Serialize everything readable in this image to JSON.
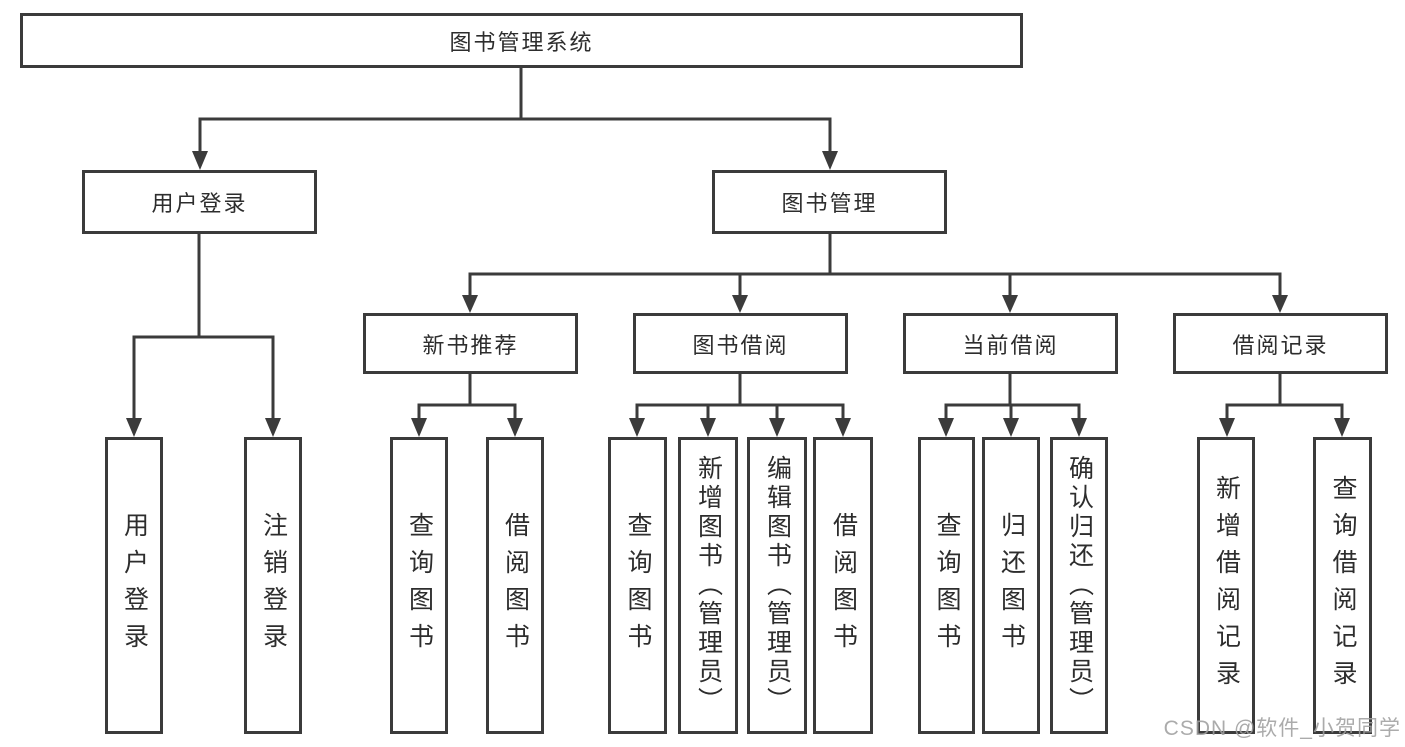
{
  "watermark": "CSDN @软件_小贺同学",
  "tree": {
    "label": "图书管理系统",
    "children": [
      {
        "label": "用户登录",
        "children": [
          {
            "label": "用户登录"
          },
          {
            "label": "注销登录"
          }
        ]
      },
      {
        "label": "图书管理",
        "children": [
          {
            "label": "新书推荐",
            "children": [
              {
                "label": "查询图书"
              },
              {
                "label": "借阅图书"
              }
            ]
          },
          {
            "label": "图书借阅",
            "children": [
              {
                "label": "查询图书"
              },
              {
                "label": "新增图书（管理员）"
              },
              {
                "label": "编辑图书（管理员）"
              },
              {
                "label": "借阅图书"
              }
            ]
          },
          {
            "label": "当前借阅",
            "children": [
              {
                "label": "查询图书"
              },
              {
                "label": "归还图书"
              },
              {
                "label": "确认归还（管理员）"
              }
            ]
          },
          {
            "label": "借阅记录",
            "children": [
              {
                "label": "新增借阅记录"
              },
              {
                "label": "查询借阅记录"
              }
            ]
          }
        ]
      }
    ]
  },
  "colors": {
    "line": "#3b3b3b",
    "border": "#3b3b3b",
    "text": "#2d2d2d",
    "watermark": "#a0a0a0"
  }
}
